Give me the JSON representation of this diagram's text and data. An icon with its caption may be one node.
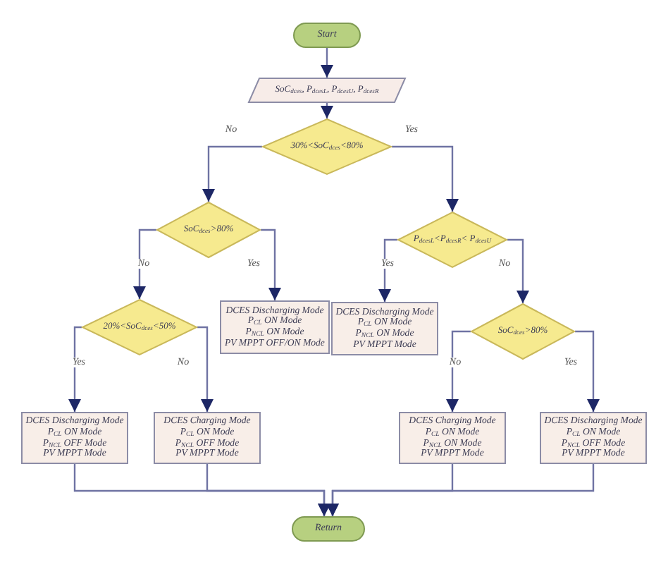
{
  "diagram": {
    "nodes": [
      {
        "text": [
          "Start"
        ]
      },
      {
        "text": [
          "SoC$_{dces}$, P$_{dcesL}$, P$_{dcesU}$, P$_{dcesR}$"
        ]
      },
      {
        "text": [
          "30%<SoC$_{dces}$<80%"
        ]
      },
      {
        "text": [
          "SoC$_{dces}$>80%"
        ]
      },
      {
        "text": [
          "P$_{dcesL}$<P$_{dcesR}$< P$_{dcesU}$"
        ]
      },
      {
        "text": [
          "DCES Discharging Mode",
          "P$_{CL}$ ON Mode",
          "P$_{NCL}$ ON Mode",
          "PV MPPT OFF/ON Mode"
        ]
      },
      {
        "text": [
          "DCES Discharging Mode",
          "P$_{CL}$ ON Mode",
          "P$_{NCL}$ ON Mode",
          "PV MPPT Mode"
        ]
      },
      {
        "text": [
          "20%<SoC$_{dces}$<50%"
        ]
      },
      {
        "text": [
          "SoC$_{dces}$>80%"
        ]
      },
      {
        "text": [
          "DCES Discharging Mode",
          "P$_{CL}$ ON Mode",
          "P$_{NCL}$ OFF Mode",
          "PV MPPT Mode"
        ]
      },
      {
        "text": [
          "DCES Charging Mode",
          "P$_{CL}$ ON Mode",
          "P$_{NCL}$ OFF Mode",
          "PV MPPT Mode"
        ]
      },
      {
        "text": [
          "DCES Charging Mode",
          "P$_{CL}$ ON Mode",
          "P$_{NCL}$ ON Mode",
          "PV MPPT Mode"
        ]
      },
      {
        "text": [
          "DCES Discharging Mode",
          "P$_{CL}$ ON Mode",
          "P$_{NCL}$ OFF Mode",
          "PV MPPT Mode"
        ]
      },
      {
        "text": [
          "Return"
        ]
      }
    ],
    "edges": [
      {
        "from": 0,
        "to": 1,
        "arrow": "to"
      },
      {
        "from": 1,
        "to": 2,
        "arrow": "to"
      },
      {
        "from": 2,
        "to": 3,
        "label": "No",
        "arrow": "to"
      },
      {
        "from": 2,
        "to": 4,
        "label": "Yes",
        "arrow": "to"
      },
      {
        "from": 3,
        "to": 7,
        "label": "No",
        "arrow": "to"
      },
      {
        "from": 3,
        "to": 5,
        "label": "Yes",
        "arrow": "to"
      },
      {
        "from": 4,
        "to": 6,
        "label": "Yes",
        "arrow": "to"
      },
      {
        "from": 4,
        "to": 8,
        "label": "No",
        "arrow": "to"
      },
      {
        "from": 7,
        "to": 9,
        "label": "Yes",
        "arrow": "to"
      },
      {
        "from": 7,
        "to": 10,
        "label": "No",
        "arrow": "to"
      },
      {
        "from": 8,
        "to": 11,
        "label": "No",
        "arrow": "to"
      },
      {
        "from": 8,
        "to": 12,
        "label": "Yes",
        "arrow": "to"
      },
      {
        "from": 9,
        "to": 13,
        "arrow": "to"
      },
      {
        "from": 10,
        "to": 13,
        "arrow": "to"
      },
      {
        "from": 11,
        "to": 13,
        "arrow": "to"
      },
      {
        "from": 12,
        "to": 13,
        "arrow": "to"
      }
    ]
  }
}
